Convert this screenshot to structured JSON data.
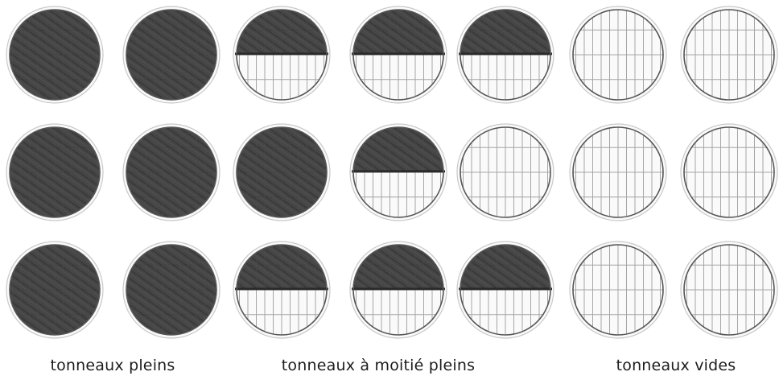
{
  "labels": {
    "full": "tonneaux pleins",
    "half": "tonneaux à moitié pleins",
    "empty": "tonneaux vides"
  },
  "colors": {
    "fill": "#3c3c3c",
    "fill_dark": "#2a2a2a",
    "grid": "#8a8a8a",
    "outline": "#555555",
    "halo": "#c8c8c8",
    "text": "#1c1c1c"
  },
  "barrels": [
    {
      "row": 1,
      "col": 1,
      "state": "full",
      "fill": 1.0
    },
    {
      "row": 1,
      "col": 2,
      "state": "full",
      "fill": 1.0
    },
    {
      "row": 1,
      "col": 3,
      "state": "half",
      "fill": 0.5
    },
    {
      "row": 1,
      "col": 4,
      "state": "half",
      "fill": 0.5
    },
    {
      "row": 1,
      "col": 5,
      "state": "half",
      "fill": 0.5
    },
    {
      "row": 1,
      "col": 6,
      "state": "empty",
      "fill": 0.0
    },
    {
      "row": 1,
      "col": 7,
      "state": "empty",
      "fill": 0.0
    },
    {
      "row": 2,
      "col": 1,
      "state": "full",
      "fill": 1.0
    },
    {
      "row": 2,
      "col": 2,
      "state": "full",
      "fill": 1.0
    },
    {
      "row": 2,
      "col": 3,
      "state": "full",
      "fill": 1.0
    },
    {
      "row": 2,
      "col": 4,
      "state": "half",
      "fill": 0.5
    },
    {
      "row": 2,
      "col": 5,
      "state": "empty",
      "fill": 0.0
    },
    {
      "row": 2,
      "col": 6,
      "state": "empty",
      "fill": 0.0
    },
    {
      "row": 2,
      "col": 7,
      "state": "empty",
      "fill": 0.0
    },
    {
      "row": 3,
      "col": 1,
      "state": "full",
      "fill": 1.0
    },
    {
      "row": 3,
      "col": 2,
      "state": "full",
      "fill": 1.0
    },
    {
      "row": 3,
      "col": 3,
      "state": "half",
      "fill": 0.5
    },
    {
      "row": 3,
      "col": 4,
      "state": "half",
      "fill": 0.5
    },
    {
      "row": 3,
      "col": 5,
      "state": "half",
      "fill": 0.5
    },
    {
      "row": 3,
      "col": 6,
      "state": "empty",
      "fill": 0.0
    },
    {
      "row": 3,
      "col": 7,
      "state": "empty",
      "fill": 0.0
    }
  ]
}
